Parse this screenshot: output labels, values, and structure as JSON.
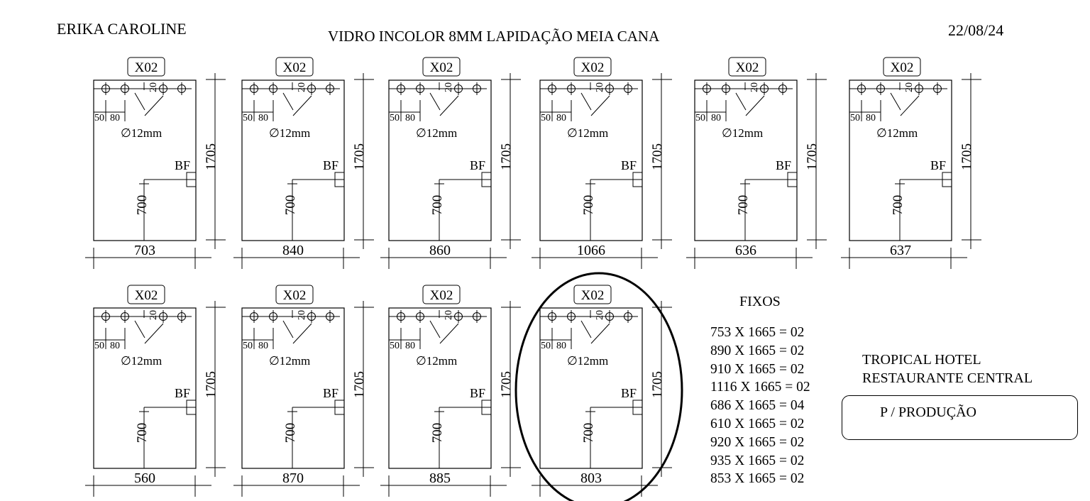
{
  "header": {
    "client": "ERIKA CAROLINE",
    "title": "VIDRO INCOLOR 8MM  LAPIDAÇÃO MEIA CANA",
    "date": "22/08/24"
  },
  "panel_common": {
    "tag": "X02",
    "height_label": "1705",
    "hole_label": "∅12mm",
    "hole_offset_1": "50",
    "hole_offset_2": "80",
    "hole_vertical": "20",
    "bf_label": "BF",
    "bf_height": "700"
  },
  "panels": [
    {
      "width": "703"
    },
    {
      "width": "840"
    },
    {
      "width": "860"
    },
    {
      "width": "1066"
    },
    {
      "width": "636"
    },
    {
      "width": "637"
    },
    {
      "width": "560"
    },
    {
      "width": "870"
    },
    {
      "width": "885"
    },
    {
      "width": "803"
    }
  ],
  "fixos": {
    "title": "FIXOS",
    "items": [
      "753 X 1665 = 02",
      "890 X 1665 = 02",
      "910 X 1665 = 02",
      "1116 X 1665 = 02",
      "686 X 1665 = 04",
      "610 X 1665 = 02",
      "920 X 1665 = 02",
      "935 X 1665 = 02",
      "853 X 1665 = 02"
    ]
  },
  "client_info": {
    "hotel": "TROPICAL HOTEL",
    "section": "RESTAURANTE CENTRAL"
  },
  "production": {
    "label": "P / PRODUÇÃO"
  }
}
